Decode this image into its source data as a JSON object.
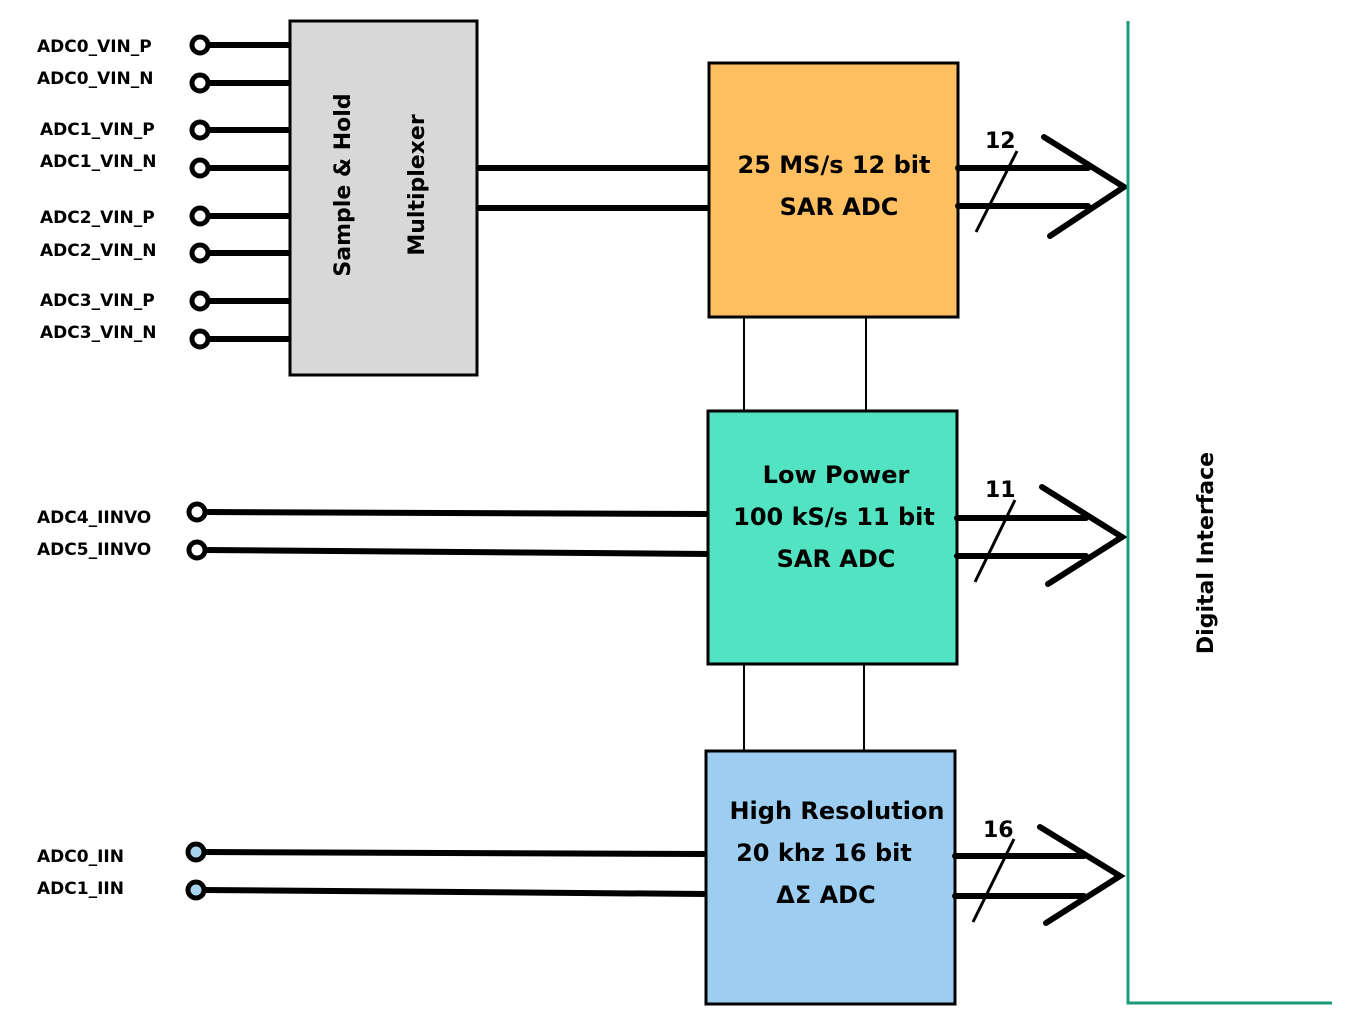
{
  "pins": {
    "p0": "ADC0_VIN_P",
    "p1": "ADC0_VIN_N",
    "p2": "ADC1_VIN_P",
    "p3": "ADC1_VIN_N",
    "p4": "ADC2_VIN_P",
    "p5": "ADC2_VIN_N",
    "p6": "ADC3_VIN_P",
    "p7": "ADC3_VIN_N",
    "p8": "ADC4_IINVO",
    "p9": "ADC5_IINVO",
    "p10": "ADC0_IIN",
    "p11": "ADC1_IIN"
  },
  "mux": {
    "line1": "Sample & Hold",
    "line2": "Multiplexer",
    "color": "#d8d8d8"
  },
  "adc_fast": {
    "line1": "25 MS/s 12 bit",
    "line2": "SAR ADC",
    "bits": "12",
    "color": "#fdbf60"
  },
  "adc_lowpower": {
    "line1": "Low Power",
    "line2": "100 kS/s 11 bit",
    "line3": "SAR ADC",
    "bits": "11",
    "color": "#52e3c2"
  },
  "adc_hires": {
    "line1": "High Resolution",
    "line2": "20 khz 16 bit",
    "line3": "ΔΣ ADC",
    "bits": "16",
    "color": "#9dcdf0"
  },
  "digital_interface": {
    "label": "Digital Interface",
    "color": "#1a9a78"
  }
}
